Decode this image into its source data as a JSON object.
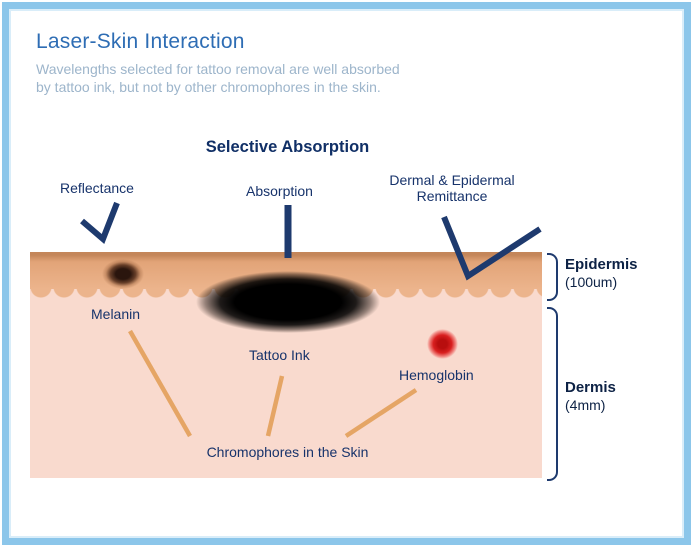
{
  "header": {
    "title": "Laser-Skin Interaction",
    "subtitle_line1": "Wavelengths selected for tattoo removal are well absorbed",
    "subtitle_line2": "by tattoo ink, but not by other chromophores in the skin."
  },
  "diagram": {
    "heading": "Selective Absorption",
    "labels": {
      "reflectance": "Reflectance",
      "absorption": "Absorption",
      "remittance_line1": "Dermal & Epidermal",
      "remittance_line2": "Remittance",
      "melanin": "Melanin",
      "tattoo_ink": "Tattoo Ink",
      "hemoglobin": "Hemoglobin",
      "chromophores": "Chromophores in the Skin"
    },
    "layer_labels": {
      "epidermis": "Epidermis",
      "epidermis_thickness": "(100um)",
      "dermis": "Dermis",
      "dermis_thickness": "(4mm)"
    }
  },
  "colors": {
    "frame_blue": "#8CC6EA",
    "frame_blue_light": "#D9EDF9",
    "title_blue": "#2E6DB4",
    "subtitle_gray": "#9DB5CB",
    "heading_navy": "#102F66",
    "navy": "#1E3A6E",
    "label_navy": "#17336B",
    "layer_text": "#0D2245",
    "epidermis_tan": "#E2A478",
    "epidermis_tan_dark": "#C4865A",
    "epidermis_tan_light": "#ECB48C",
    "dermis_pink": "#F9DACE",
    "arrow_orange": "#E5A565",
    "hemoglobin_red": "#D92020",
    "tattoo_black": "#000000",
    "melanin_brown": "#2A150D"
  }
}
